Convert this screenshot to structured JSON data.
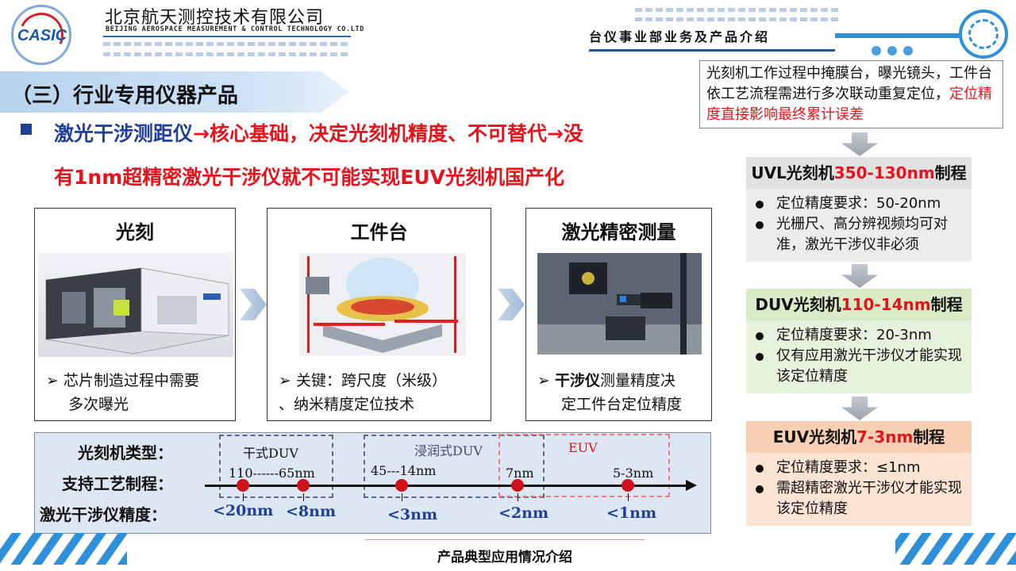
{
  "header": {
    "logo_text": "CASIC",
    "company_cn": "北京航天测控技术有限公司",
    "company_en": "BEIJING AEROSPACE MEASUREMENT & CONTROL TECHNOLOGY CO.LTD",
    "dept_title": "台仪事业部业务及产品介绍"
  },
  "section_title": "（三）行业专用仪器产品",
  "headline": {
    "part1": "激光干涉测距仪",
    "part2": "→核心基础，决定光刻机精度、不可替代→没",
    "line2": "有1nm超精密激光干涉仪就不可能实现EUV光刻机国产化"
  },
  "cards": [
    {
      "title": "光刻",
      "lines": [
        "➢  芯片制造过程中需要",
        "多次曝光"
      ]
    },
    {
      "title": "工件台",
      "lines": [
        "➢  关键：跨尺度（米级）",
        "、纳米精度定位技术"
      ]
    },
    {
      "title": "激光精密测量",
      "prefix": "➢  ",
      "bold": "干涉仪",
      "rest": "测量精度决",
      "line2": "定工件台定位精度"
    }
  ],
  "timeline": {
    "row_labels": [
      "光刻机类型：",
      "支持工艺制程：",
      "激光干涉仪精度："
    ],
    "groups": [
      "干式DUV",
      "浸润式DUV",
      "EUV"
    ],
    "processes": [
      "110------65nm",
      "45---14nm",
      "7nm",
      "5-3nm"
    ],
    "accuracies": [
      "<20nm",
      "<8nm",
      "<3nm",
      "<2nm",
      "<1nm"
    ]
  },
  "right": {
    "intro_a": "光刻机工作过程中掩膜台，曝光镜头，工件台依工艺流程需进行多次联动重复定位，",
    "intro_b": "定位精度直接影响最终累计误差",
    "steps": [
      {
        "name": "UVL光刻机",
        "range": "350-130nm",
        "suffix": "制程",
        "items": [
          "定位精度要求：50-20nm",
          "光栅尺、高分辨视频均可对准，激光干涉仪非必须"
        ],
        "head_color": "#e1e1e1",
        "body_color": "#ececec"
      },
      {
        "name": "DUV光刻机",
        "range": "110-14nm",
        "suffix": "制程",
        "items": [
          "定位精度要求：20-3nm",
          "仅有应用激光干涉仪才能实现该定位精度"
        ],
        "head_color": "#d9ebc7",
        "body_color": "#e7f2dc"
      },
      {
        "name": "EUV光刻机",
        "range": "7-3nm",
        "suffix": "制程",
        "items": [
          "定位精度要求：≤1nm",
          "需超精密激光干涉仪才能实现该定位精度"
        ],
        "head_color": "#f7cfb3",
        "body_color": "#fbe4d4"
      }
    ]
  },
  "footer": "产品典型应用情况介绍"
}
